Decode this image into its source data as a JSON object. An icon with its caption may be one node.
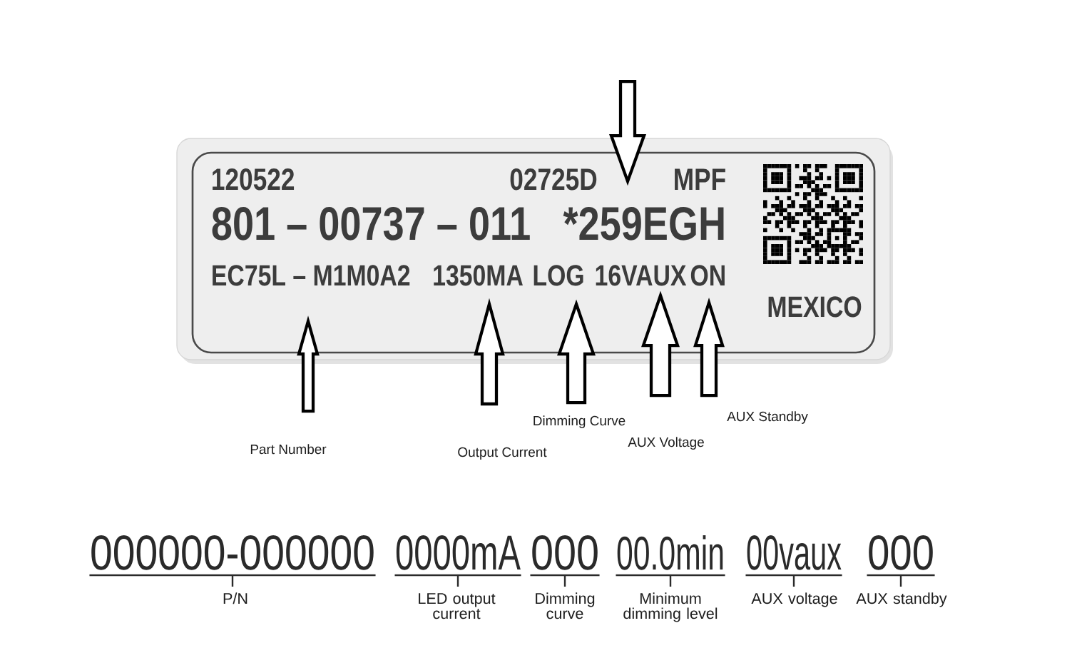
{
  "diagram": {
    "nodes": [
      {
        "text": [
          "120522",
          "02725D",
          "MPF",
          "801 – 00737 – 011",
          "MEXICO"
        ]
      },
      {
        "text": [
          "*259EGH"
        ],
        "in": 0
      },
      {
        "text": [
          "EC75L – M1M0A2"
        ],
        "in": 0
      },
      {
        "text": [
          "1350MA"
        ],
        "in": 0
      },
      {
        "text": [
          "LOG"
        ],
        "in": 0
      },
      {
        "text": [
          "16VAUX"
        ],
        "in": 0
      },
      {
        "text": [
          "ON"
        ],
        "in": 0
      },
      {
        "text": [
          "Part Number"
        ]
      },
      {
        "text": [
          "Output Current"
        ]
      },
      {
        "text": [
          "Dimming Curve"
        ]
      },
      {
        "text": [
          "AUX Voltage"
        ]
      },
      {
        "text": [
          "AUX Standby"
        ]
      }
    ],
    "edges": [
      {
        "from": null,
        "to": 1,
        "arrow": "to"
      },
      {
        "from": 7,
        "to": 2,
        "arrow": "to"
      },
      {
        "from": 8,
        "to": 3,
        "arrow": "to"
      },
      {
        "from": 9,
        "to": 4,
        "arrow": "to"
      },
      {
        "from": 10,
        "to": 5,
        "arrow": "to"
      },
      {
        "from": 11,
        "to": 6,
        "arrow": "to"
      }
    ],
    "labels": [
      "000000-000000",
      "P/N",
      "0000mA",
      "LED output current",
      "000",
      "Dimming curve",
      "00.0min",
      "Minimum dimming level",
      "00vaux",
      "AUX voltage",
      "000",
      "AUX standby"
    ]
  }
}
